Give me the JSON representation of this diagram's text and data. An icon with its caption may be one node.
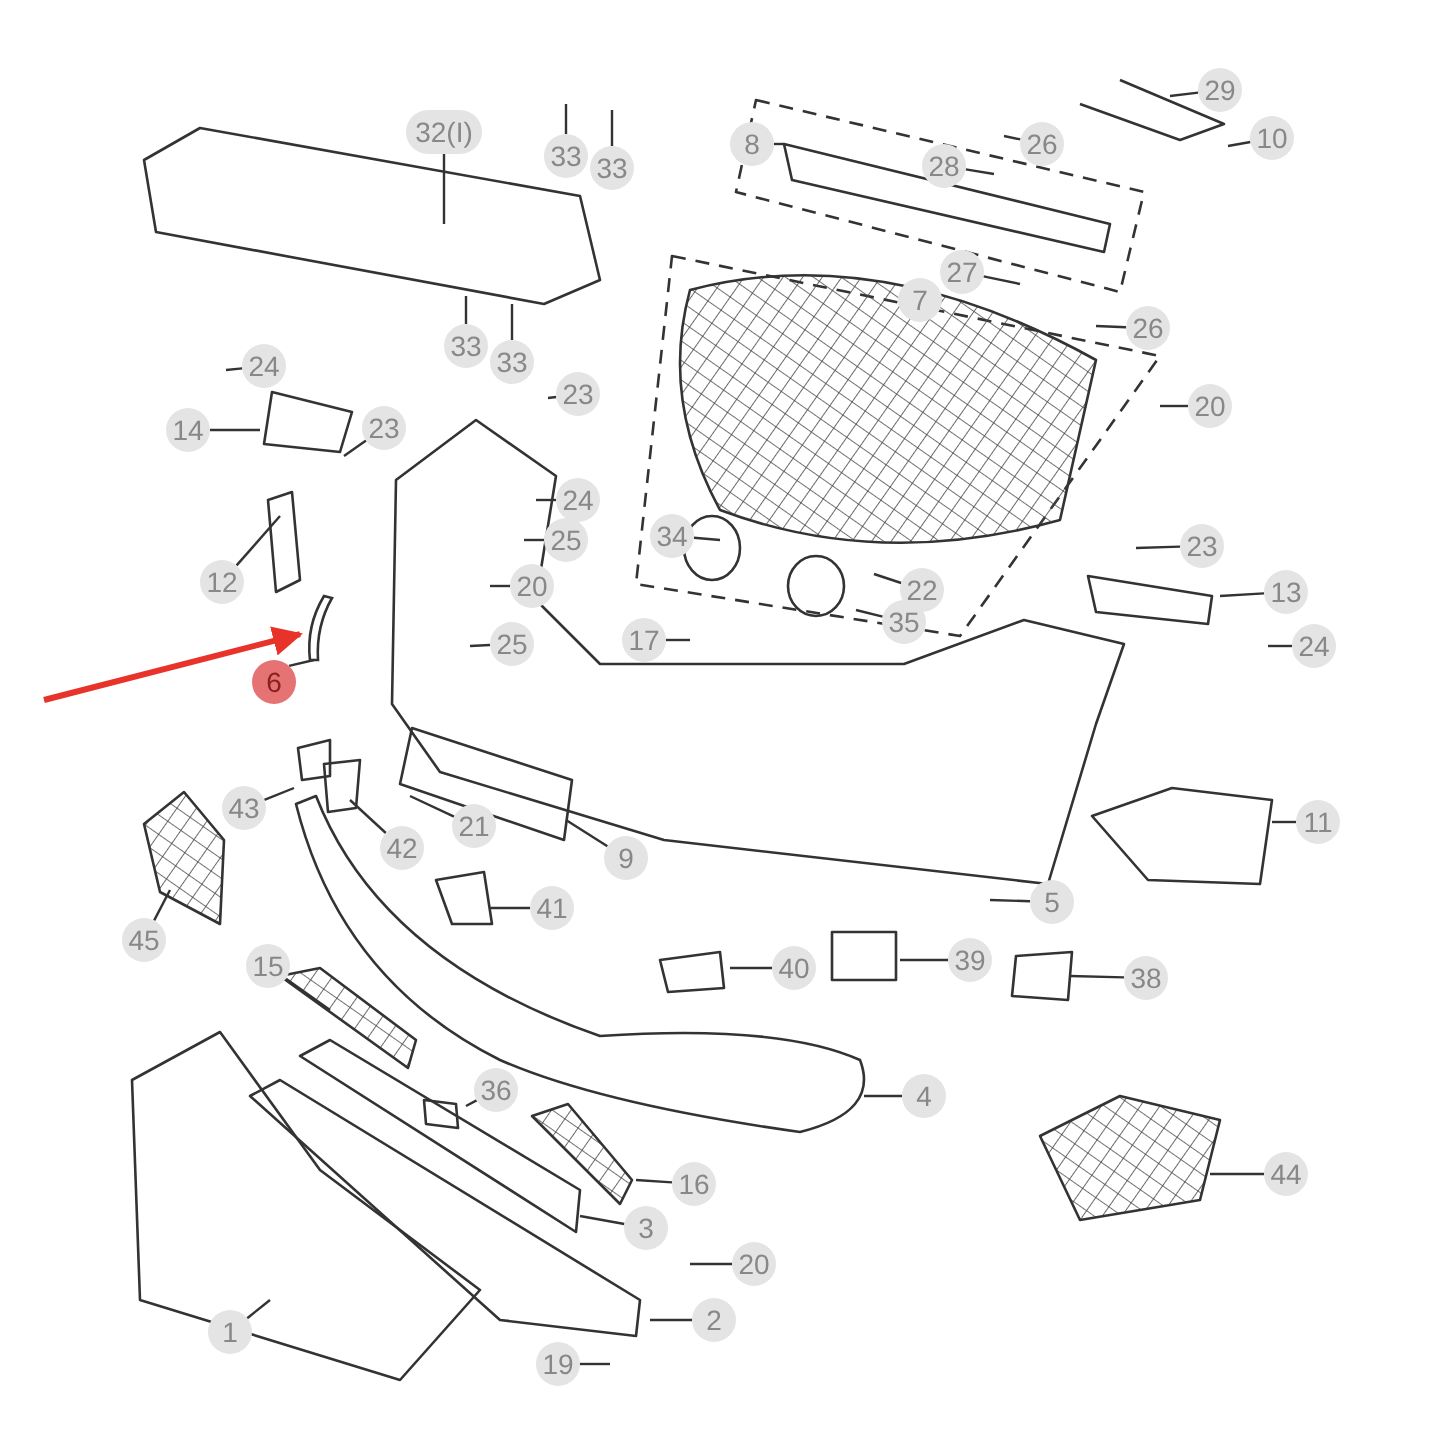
{
  "diagram": {
    "nodes": [
      {
        "text": [
          "32(I)"
        ]
      },
      {
        "text": [
          "33"
        ]
      },
      {
        "text": [
          "33"
        ]
      },
      {
        "text": [
          "29"
        ]
      },
      {
        "text": [
          "8"
        ]
      },
      {
        "text": [
          "26"
        ]
      },
      {
        "text": [
          "10"
        ]
      },
      {
        "text": [
          "28"
        ]
      },
      {
        "text": [
          "27"
        ]
      },
      {
        "text": [
          "7"
        ]
      },
      {
        "text": [
          "33"
        ]
      },
      {
        "text": [
          "33"
        ]
      },
      {
        "text": [
          "26"
        ]
      },
      {
        "text": [
          "24"
        ]
      },
      {
        "text": [
          "23"
        ]
      },
      {
        "text": [
          "20"
        ]
      },
      {
        "text": [
          "14"
        ]
      },
      {
        "text": [
          "23"
        ]
      },
      {
        "text": [
          "24"
        ]
      },
      {
        "text": [
          "25"
        ]
      },
      {
        "text": [
          "34"
        ]
      },
      {
        "text": [
          "23"
        ]
      },
      {
        "text": [
          "12"
        ]
      },
      {
        "text": [
          "20"
        ]
      },
      {
        "text": [
          "22"
        ]
      },
      {
        "text": [
          "13"
        ]
      },
      {
        "text": [
          "17"
        ]
      },
      {
        "text": [
          "35"
        ]
      },
      {
        "text": [
          "25"
        ]
      },
      {
        "text": [
          "24"
        ]
      },
      {
        "text": [
          "6"
        ]
      },
      {
        "text": [
          "43"
        ]
      },
      {
        "text": [
          "21"
        ]
      },
      {
        "text": [
          "9"
        ]
      },
      {
        "text": [
          "11"
        ]
      },
      {
        "text": [
          "42"
        ]
      },
      {
        "text": [
          "5"
        ]
      },
      {
        "text": [
          "45"
        ]
      },
      {
        "text": [
          "41"
        ]
      },
      {
        "text": [
          "40"
        ]
      },
      {
        "text": [
          "39"
        ]
      },
      {
        "text": [
          "38"
        ]
      },
      {
        "text": [
          "15"
        ]
      },
      {
        "text": [
          "36"
        ]
      },
      {
        "text": [
          "4"
        ]
      },
      {
        "text": [
          "16"
        ]
      },
      {
        "text": [
          "44"
        ]
      },
      {
        "text": [
          "3"
        ]
      },
      {
        "text": [
          "20"
        ]
      },
      {
        "text": [
          "1"
        ]
      },
      {
        "text": [
          "2"
        ]
      },
      {
        "text": [
          "19"
        ]
      },
      {
        "text": [],
        "shape": "picture"
      }
    ],
    "edges": [
      {
        "from": 0,
        "to": null,
        "arrow": "none"
      },
      {
        "from": 1,
        "to": null,
        "arrow": "none"
      },
      {
        "from": 2,
        "to": null,
        "arrow": "none"
      },
      {
        "from": 3,
        "to": null,
        "arrow": "none"
      },
      {
        "from": 4,
        "to": null,
        "arrow": "none"
      },
      {
        "from": 5,
        "to": null,
        "arrow": "none"
      },
      {
        "from": 6,
        "to": null,
        "arrow": "none"
      },
      {
        "from": 7,
        "to": null,
        "arrow": "none"
      },
      {
        "from": 8,
        "to": null,
        "arrow": "none"
      },
      {
        "from": 10,
        "to": null,
        "arrow": "none"
      },
      {
        "from": 11,
        "to": null,
        "arrow": "none"
      },
      {
        "from": 12,
        "to": null,
        "arrow": "none"
      },
      {
        "from": 13,
        "to": null,
        "arrow": "none"
      },
      {
        "from": 14,
        "to": null,
        "arrow": "none"
      },
      {
        "from": 15,
        "to": null,
        "arrow": "none"
      },
      {
        "from": 16,
        "to": null,
        "arrow": "none"
      },
      {
        "from": 17,
        "to": null,
        "arrow": "none"
      },
      {
        "from": 18,
        "to": null,
        "arrow": "none"
      },
      {
        "from": 19,
        "to": null,
        "arrow": "none"
      },
      {
        "from": 20,
        "to": null,
        "arrow": "none"
      },
      {
        "from": 21,
        "to": null,
        "arrow": "none"
      },
      {
        "from": 22,
        "to": null,
        "arrow": "none"
      },
      {
        "from": 23,
        "to": null,
        "arrow": "none"
      },
      {
        "from": 24,
        "to": null,
        "arrow": "none"
      },
      {
        "from": 25,
        "to": null,
        "arrow": "none"
      },
      {
        "from": 26,
        "to": null,
        "arrow": "none"
      },
      {
        "from": 27,
        "to": null,
        "arrow": "none"
      },
      {
        "from": 28,
        "to": null,
        "arrow": "none"
      },
      {
        "from": 29,
        "to": null,
        "arrow": "none"
      },
      {
        "from": 30,
        "to": 52,
        "arrow": "none"
      },
      {
        "from": 31,
        "to": null,
        "arrow": "none"
      },
      {
        "from": 32,
        "to": null,
        "arrow": "none"
      },
      {
        "from": 33,
        "to": null,
        "arrow": "none"
      },
      {
        "from": 34,
        "to": null,
        "arrow": "none"
      },
      {
        "from": 35,
        "to": null,
        "arrow": "none"
      },
      {
        "from": 36,
        "to": null,
        "arrow": "none"
      },
      {
        "from": 37,
        "to": null,
        "arrow": "none"
      },
      {
        "from": 38,
        "to": null,
        "arrow": "none"
      },
      {
        "from": 39,
        "to": null,
        "arrow": "none"
      },
      {
        "from": 40,
        "to": null,
        "arrow": "none"
      },
      {
        "from": 41,
        "to": null,
        "arrow": "none"
      },
      {
        "from": 42,
        "to": null,
        "arrow": "none"
      },
      {
        "from": 43,
        "to": null,
        "arrow": "none"
      },
      {
        "from": 44,
        "to": null,
        "arrow": "none"
      },
      {
        "from": 45,
        "to": null,
        "arrow": "none"
      },
      {
        "from": 46,
        "to": null,
        "arrow": "none"
      },
      {
        "from": 47,
        "to": null,
        "arrow": "none"
      },
      {
        "from": 48,
        "to": null,
        "arrow": "none"
      },
      {
        "from": 49,
        "to": null,
        "arrow": "none"
      },
      {
        "from": 50,
        "to": null,
        "arrow": "none"
      },
      {
        "from": 51,
        "to": null,
        "arrow": "none"
      },
      {
        "from": null,
        "to": 52,
        "arrow": "to",
        "style": "thick",
        "color": "#e8332a"
      }
    ]
  }
}
